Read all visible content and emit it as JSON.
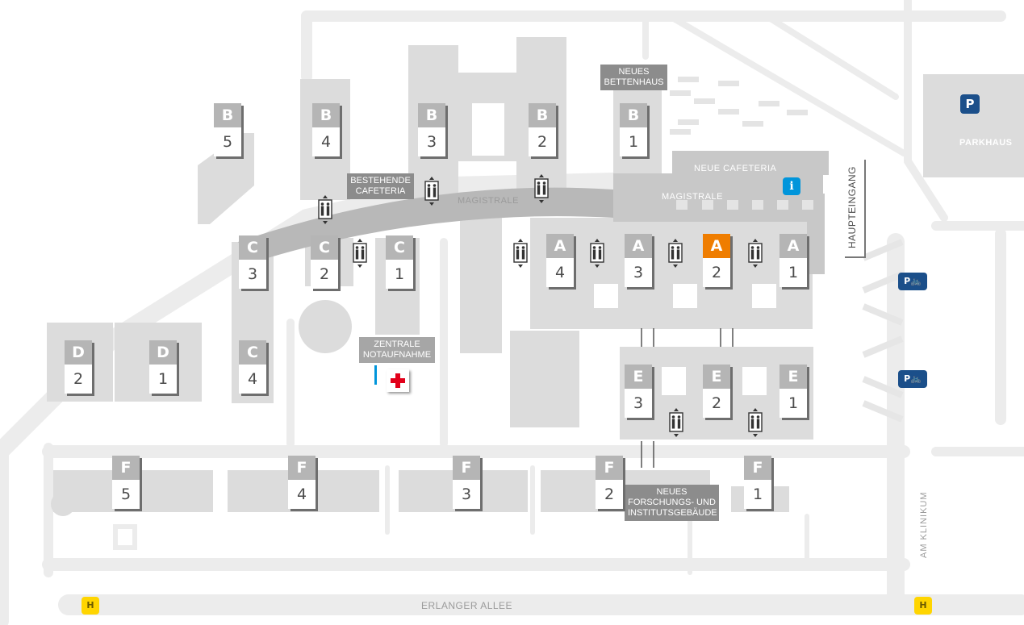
{
  "colors": {
    "highlight": "#ef7d00",
    "info": "#0095db",
    "parking": "#1b4f8a",
    "bus": "#ffd500",
    "emergency": "#e2001a"
  },
  "labels": {
    "magistrale_1": "MAGISTRALE",
    "magistrale_2": "MAGISTRALE",
    "neue_cafeteria": "NEUE CAFETERIA",
    "parkhaus": "PARKHAUS",
    "haupteingang": "HAUPTEINGANG",
    "am_klinikum": "AM KLINIKUM",
    "erlanger_allee": "ERLANGER ALLEE"
  },
  "tags": {
    "neues_bettenhaus": "NEUES BETTENHAUS",
    "bestehende_cafeteria": "BESTEHENDE CAFETERIA",
    "zentrale_notaufnahme": "ZENTRALE NOTAUFNAHME",
    "neues_forschungs": "NEUES FORSCHUNGS- UND INSTITUTSGEBÄUDE"
  },
  "buildings": [
    {
      "wing": "B",
      "num": "5"
    },
    {
      "wing": "B",
      "num": "4"
    },
    {
      "wing": "B",
      "num": "3"
    },
    {
      "wing": "B",
      "num": "2"
    },
    {
      "wing": "B",
      "num": "1"
    },
    {
      "wing": "C",
      "num": "3"
    },
    {
      "wing": "C",
      "num": "2"
    },
    {
      "wing": "C",
      "num": "1"
    },
    {
      "wing": "C",
      "num": "4"
    },
    {
      "wing": "A",
      "num": "4"
    },
    {
      "wing": "A",
      "num": "3"
    },
    {
      "wing": "A",
      "num": "2",
      "highlighted": true
    },
    {
      "wing": "A",
      "num": "1"
    },
    {
      "wing": "D",
      "num": "2"
    },
    {
      "wing": "D",
      "num": "1"
    },
    {
      "wing": "E",
      "num": "3"
    },
    {
      "wing": "E",
      "num": "2"
    },
    {
      "wing": "E",
      "num": "1"
    },
    {
      "wing": "F",
      "num": "5"
    },
    {
      "wing": "F",
      "num": "4"
    },
    {
      "wing": "F",
      "num": "3"
    },
    {
      "wing": "F",
      "num": "2"
    },
    {
      "wing": "F",
      "num": "1"
    }
  ],
  "icons": {
    "lift": "elevator-icon",
    "parking": "parking-icon",
    "info": "info-icon",
    "bike": "bicycle-parking-icon",
    "bus": "bus-stop-icon",
    "emergency": "emergency-cross-icon"
  },
  "icon_text": {
    "info": "i",
    "parking": "P",
    "bus_1": "H",
    "bus_2": "H",
    "bike": "P"
  }
}
